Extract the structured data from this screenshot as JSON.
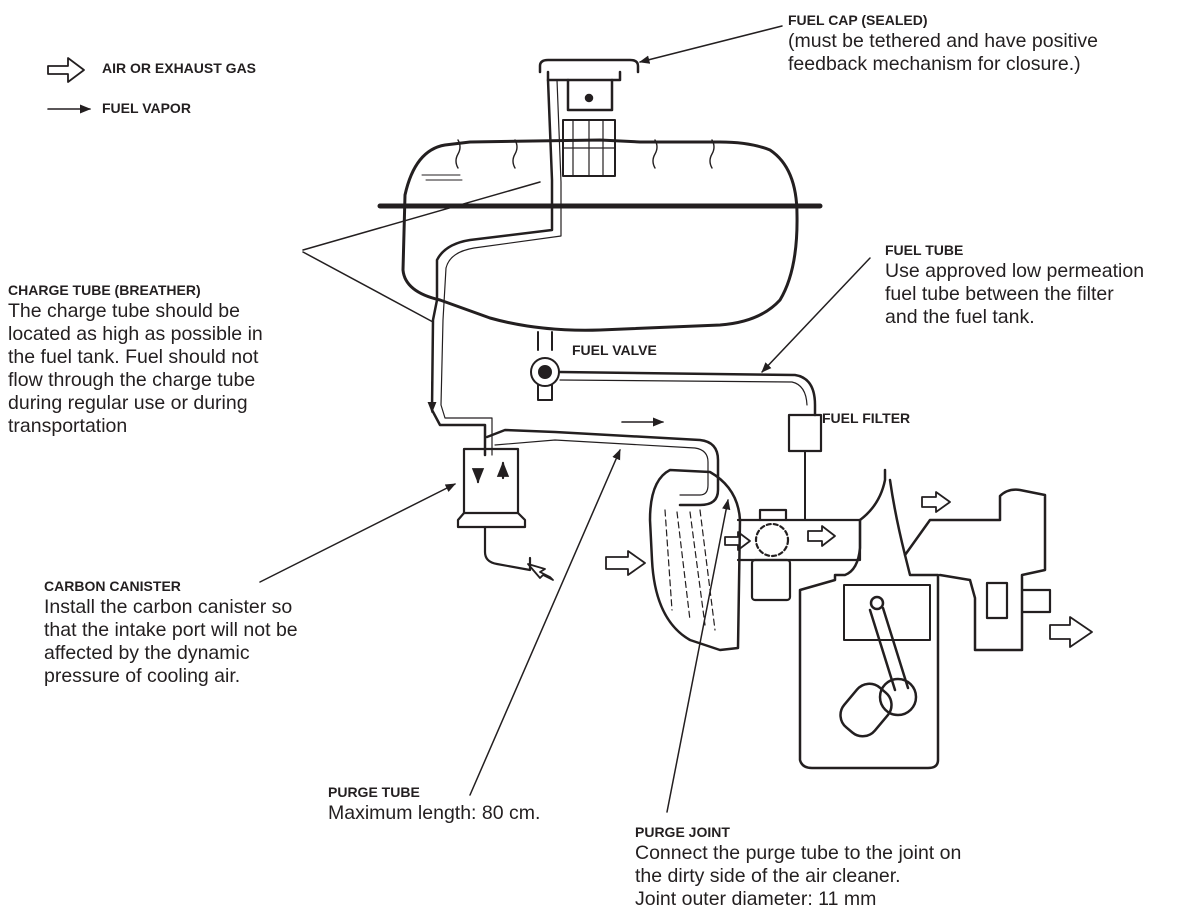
{
  "legend": {
    "air": "AIR OR EXHAUST GAS",
    "vapor": "FUEL VAPOR"
  },
  "callouts": {
    "fuel_cap": {
      "title": "FUEL CAP (SEALED)",
      "lines": [
        "(must be tethered and have positive",
        "feedback mechanism for closure.)"
      ]
    },
    "fuel_tube": {
      "title": "FUEL TUBE",
      "lines": [
        "Use approved low permeation",
        "fuel tube between the filter",
        "and the fuel tank."
      ]
    },
    "charge_tube": {
      "title": "CHARGE TUBE (BREATHER)",
      "lines": [
        "The charge tube should be",
        "located as high as possible in",
        "the fuel tank. Fuel should not",
        "flow through the charge tube",
        "during regular use or during",
        "transportation"
      ]
    },
    "fuel_valve": {
      "title": "FUEL VALVE"
    },
    "fuel_filter": {
      "title": "FUEL FILTER"
    },
    "carbon_canister": {
      "title": "CARBON CANISTER",
      "lines": [
        "Install the carbon canister so",
        "that the intake port will not be",
        "affected by the dynamic",
        "pressure of cooling air."
      ]
    },
    "purge_tube": {
      "title": "PURGE TUBE",
      "lines": [
        "Maximum length: 80 cm."
      ]
    },
    "purge_joint": {
      "title": "PURGE JOINT",
      "lines": [
        "Connect the purge tube to the joint on",
        "the dirty side of the air cleaner.",
        "Joint outer diameter: 11 mm"
      ]
    }
  }
}
